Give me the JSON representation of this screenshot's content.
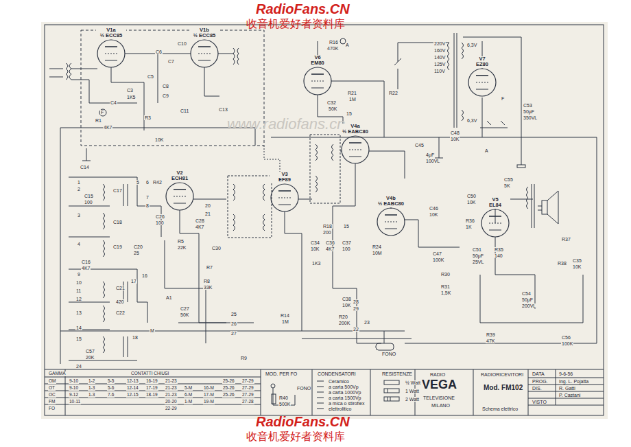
{
  "diagram": {
    "nodes": [
      {
        "text": [
          "V1a",
          "½ ECC85"
        ]
      },
      {
        "text": [
          "V1b",
          "½ ECC85"
        ]
      },
      {
        "text": [
          "V6",
          "EM80"
        ]
      },
      {
        "text": [
          "V7",
          "EZ80"
        ]
      },
      {
        "text": [
          "V2",
          "ECH81"
        ]
      },
      {
        "text": [
          "V3",
          "EF89"
        ]
      },
      {
        "text": [
          "V4a",
          "½ EABC80"
        ]
      },
      {
        "text": [
          "V4b",
          "½ EABC80"
        ]
      },
      {
        "text": [
          "V5",
          "EL84"
        ]
      }
    ],
    "labels": [
      "RadioFans.CN",
      "收音机爱好者资料库",
      "RadioFans.CN",
      "收音机爱好者资料库",
      "www.radiofans.cn",
      "C5",
      "C6",
      "C7",
      "C8",
      "C9",
      "C10",
      "C11",
      "C13",
      "C4",
      "C3",
      "R1",
      "1K5",
      "4K7",
      "10K",
      "R3",
      "R16",
      "470K",
      "C32",
      "50K",
      "R21",
      "1M",
      "15",
      "R22",
      "220V",
      "160V",
      "140V",
      "125V",
      "110V",
      "6,3V",
      "6,3V",
      "C53",
      "50μF",
      "350VL",
      "C48",
      "10K",
      "C45",
      "4μF",
      "100VL",
      "C14",
      "C15",
      "100",
      "C17",
      "C18",
      "C19",
      "C20",
      "25",
      "C16",
      "4K7",
      "C21",
      "420",
      "C22",
      "C57",
      "20K",
      "C27",
      "50K",
      "R42",
      "C26",
      "100",
      "R5",
      "22K",
      "C28",
      "4K7",
      "C30",
      "R7",
      "R8",
      "33K",
      "R9",
      "R14",
      "1M",
      "C34",
      "10K",
      "C36",
      "4K7",
      "R18",
      "200",
      "1K3",
      "C37",
      "100",
      "15",
      "C38",
      "10K",
      "R20",
      "200K",
      "R24",
      "10M",
      "C47",
      "100K",
      "R30",
      "R31",
      "1,5K",
      "C46",
      "10K",
      "R36",
      "1K",
      "C51",
      "50μF",
      "25VL",
      "R35",
      "140",
      "C50",
      "10K",
      "C55",
      "5K",
      "C54",
      "50μF",
      "200VL",
      "R37",
      "R38",
      "C35",
      "10K",
      "R39",
      "47K",
      "C56",
      "100K",
      "FONO",
      "A",
      "A",
      "A1",
      "F",
      "F",
      "M",
      "1",
      "2",
      "3",
      "4",
      "9",
      "10",
      "11",
      "12",
      "13",
      "14",
      "15",
      "24",
      "5",
      "6",
      "7",
      "8",
      "16",
      "17",
      "18",
      "20",
      "21",
      "25",
      "26",
      "27",
      "28",
      "29",
      "22",
      "23",
      "GAMMA",
      "CONTATTI CHIUSI",
      "OM",
      "9-10",
      "1-2",
      "5-5",
      "12-13",
      "16-19",
      "21-23",
      "25-26",
      "27-29",
      "OT",
      "9-10",
      "1-3",
      "5-6",
      "12-14",
      "17-19",
      "21-23",
      "5-M",
      "16-M",
      "25-26",
      "27-29",
      "OC",
      "9-12",
      "1-3",
      "7-6",
      "12-15",
      "18-19",
      "21-23",
      "6-M",
      "17-M",
      "25-26",
      "27-29",
      "FM",
      "10-11",
      "20-20",
      "1-M",
      "19-M",
      "27-28",
      "FO",
      "22-29",
      "MOD. PER FO",
      "FONO",
      "R40",
      "500K",
      "CONDENSATORI",
      "Ceramico",
      "a carta 500Vp",
      "a carta 1000Vp",
      "a carta 1500Vp",
      "a mica o stirofiex",
      "elettrolitico",
      "RESISTENZE",
      "½ Watt",
      "1 Watt",
      "2 Watt",
      "RADIO",
      "VEGA",
      "TELEVISIONE",
      "MILANO",
      "RADIORICEVITORI",
      "Mod. FM102",
      "Schema elettrico",
      "DATA",
      "9-6-56",
      "PROG.",
      "Ing. L. Pojatta",
      "DIS.",
      "R. Gatti",
      "P. Castani",
      "VISTO"
    ]
  }
}
